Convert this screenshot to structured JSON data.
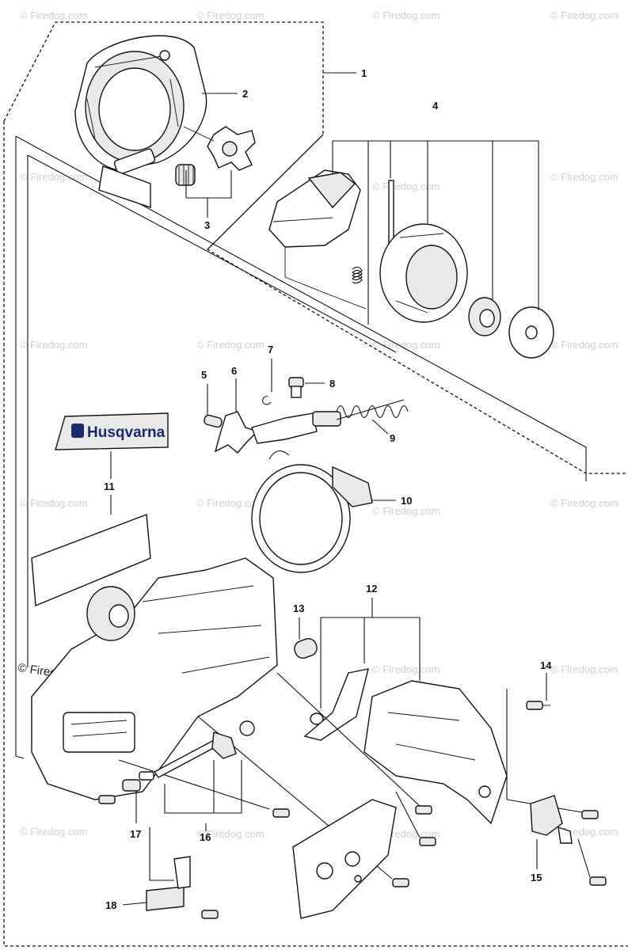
{
  "watermark": "© Firedog.com",
  "watermark_main": "© Firedog.com",
  "logo": {
    "text": "Husqvarna",
    "brand_color": "#1a2a6c"
  },
  "callouts": [
    "1",
    "2",
    "3",
    "4",
    "5",
    "6",
    "7",
    "8",
    "9",
    "10",
    "11",
    "12",
    "13",
    "14",
    "15",
    "16",
    "17",
    "18"
  ]
}
